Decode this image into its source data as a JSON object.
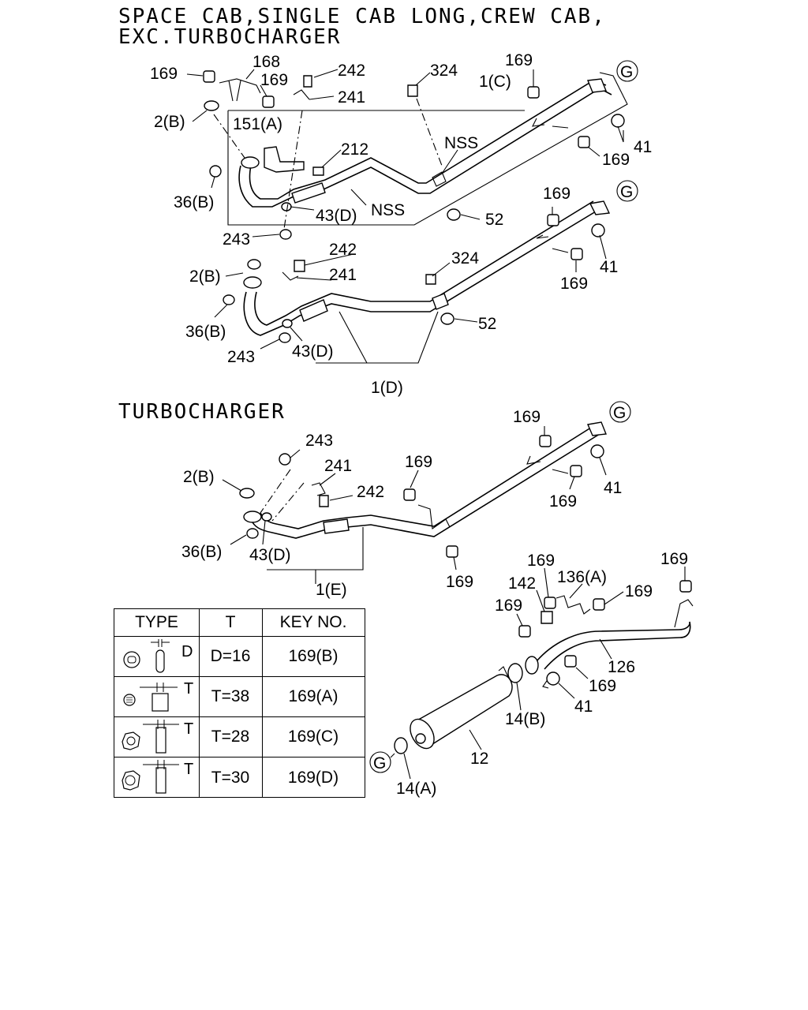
{
  "titles": {
    "line1": "SPACE CAB,SINGLE CAB LONG,CREW CAB,",
    "line2": "EXC.TURBOCHARGER",
    "turbo": "TURBOCHARGER"
  },
  "labels": {
    "upper": [
      "169",
      "168",
      "242",
      "324",
      "169",
      "169",
      "241",
      "2(B)",
      "151(A)",
      "1(C)",
      "212",
      "NSS",
      "41",
      "169",
      "36(B)",
      "43(D)",
      "NSS",
      "243",
      "52"
    ],
    "middle": [
      "169",
      "242",
      "324",
      "2(B)",
      "241",
      "41",
      "36(B)",
      "169",
      "52",
      "243",
      "43(D)",
      "1(D)"
    ],
    "turbo": [
      "169",
      "243",
      "241",
      "169",
      "2(B)",
      "242",
      "41",
      "169",
      "36(B)",
      "43(D)",
      "169",
      "1(E)"
    ],
    "muffler": [
      "169",
      "169",
      "142",
      "136(A)",
      "169",
      "169",
      "126",
      "169",
      "41",
      "14(B)",
      "12",
      "14(A)"
    ],
    "connector": "G"
  },
  "table": {
    "headers": [
      "TYPE",
      "T",
      "KEY NO."
    ],
    "type_marks": [
      "D",
      "T",
      "T",
      "T"
    ],
    "rows": [
      {
        "t": "D=16",
        "key": "169(B)"
      },
      {
        "t": "T=38",
        "key": "169(A)"
      },
      {
        "t": "T=28",
        "key": "169(C)"
      },
      {
        "t": "T=30",
        "key": "169(D)"
      }
    ]
  }
}
